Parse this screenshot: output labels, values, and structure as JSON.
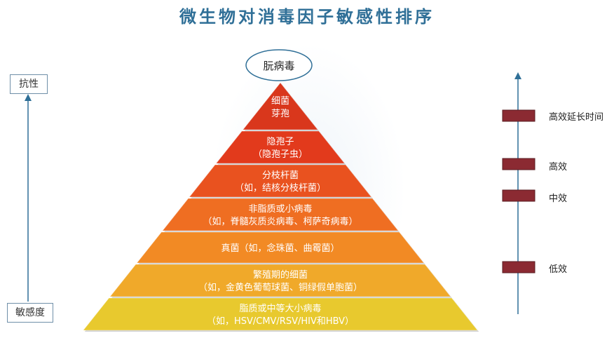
{
  "title": "微生物对消毒因子敏感性排序",
  "left_axis": {
    "top_label": "抗性",
    "bottom_label": "敏感度"
  },
  "apex_label": "朊病毒",
  "tiers": [
    {
      "line1": "细菌",
      "line2": "芽孢",
      "color": "#d9371c"
    },
    {
      "line1": "隐孢子",
      "line2": "（隐孢子虫）",
      "color": "#e23a1c"
    },
    {
      "line1": "分枝杆菌",
      "line2": "（如，结核分枝杆菌）",
      "color": "#e9521f"
    },
    {
      "line1": "非脂质或小病毒",
      "line2": "（如，脊髓灰质炎病毒、柯萨奇病毒）",
      "color": "#ef6e22"
    },
    {
      "line1": "真菌（如，念珠菌、曲霉菌）",
      "line2": "",
      "color": "#f28a24"
    },
    {
      "line1": "繁殖期的细菌",
      "line2": "（如，金黄色葡萄球菌、铜绿假单胞菌）",
      "color": "#f0a92a"
    },
    {
      "line1": "脂质或中等大小病毒",
      "line2": "（如，HSV/CMV/RSV/HIV和HBV）",
      "color": "#e8c92e"
    }
  ],
  "efficacy_levels": [
    {
      "label": "高效延长时间",
      "color": "#8b2a32"
    },
    {
      "label": "高效",
      "color": "#8b2a32"
    },
    {
      "label": "中效",
      "color": "#8b2a32"
    },
    {
      "label": "低效",
      "color": "#8b2a32"
    }
  ],
  "colors": {
    "axis": "#2f6f97",
    "title": "#2f6f97",
    "apex_border": "#2f6f97"
  }
}
